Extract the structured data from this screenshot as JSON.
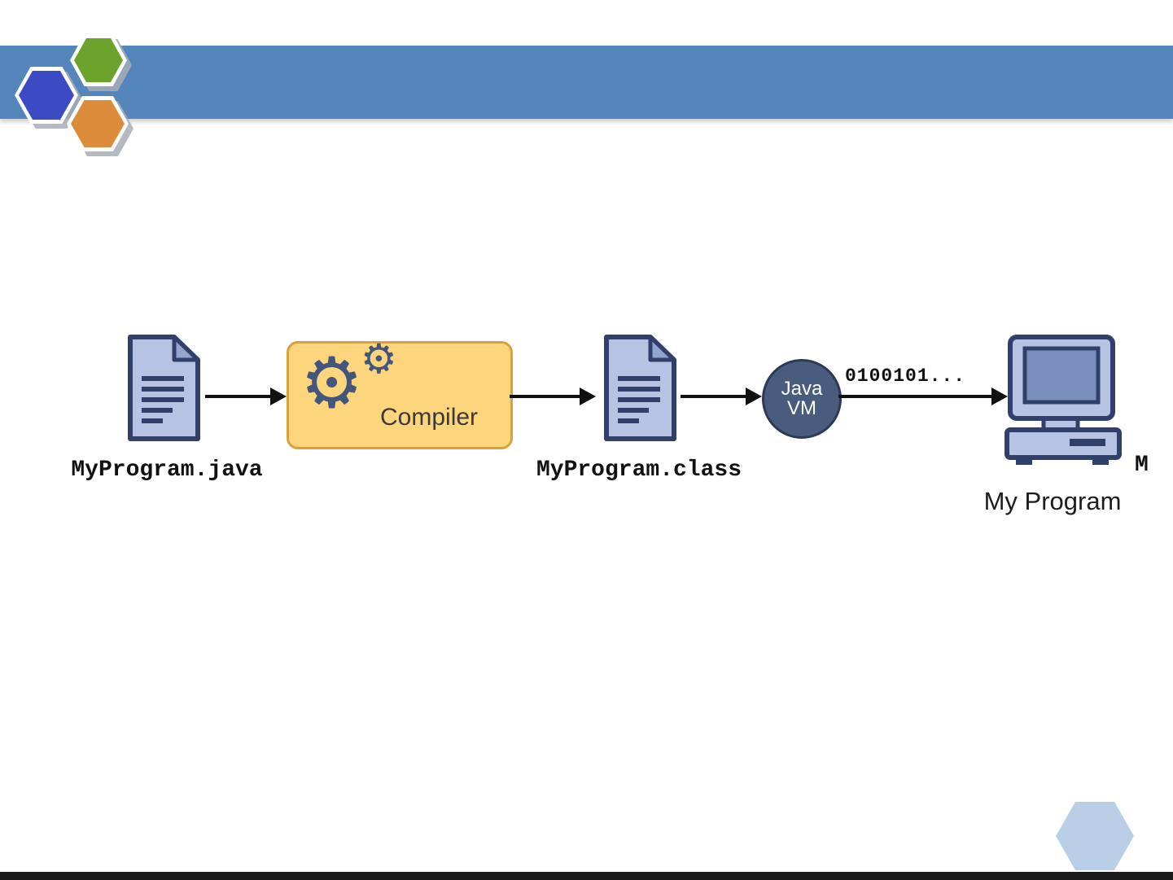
{
  "colors": {
    "header_bar": "#5486bb",
    "hex_blue": "#3c4bc3",
    "hex_green": "#6ca32d",
    "hex_orange": "#dc8d3c",
    "hex_shadow": "#a9adb4",
    "hex_light": "#b9cfe8",
    "compiler_fill": "#fcd57d",
    "compiler_border": "#d9a03e",
    "compiler_text": "#3a3a3a",
    "doc_fill": "#b7c3e2",
    "doc_fold": "#93a4cd",
    "doc_border": "#30406b",
    "screen_fill": "#7b8fbe",
    "vm_fill": "#4a5c7d",
    "vm_border": "#2c3a55",
    "gear_color": "#44567c",
    "arrow": "#101010",
    "footer_bar": "#1b1b1b",
    "label_color": "#111111"
  },
  "diagram": {
    "source_file_label": "MyProgram.java",
    "compiler_label": "Compiler",
    "class_file_label": "MyProgram.class",
    "vm_line1": "Java",
    "vm_line2": "VM",
    "binary_stream": "0100101...",
    "program_label": "My Program",
    "gear_glyph": "⚙",
    "edge_fragment": "M"
  }
}
